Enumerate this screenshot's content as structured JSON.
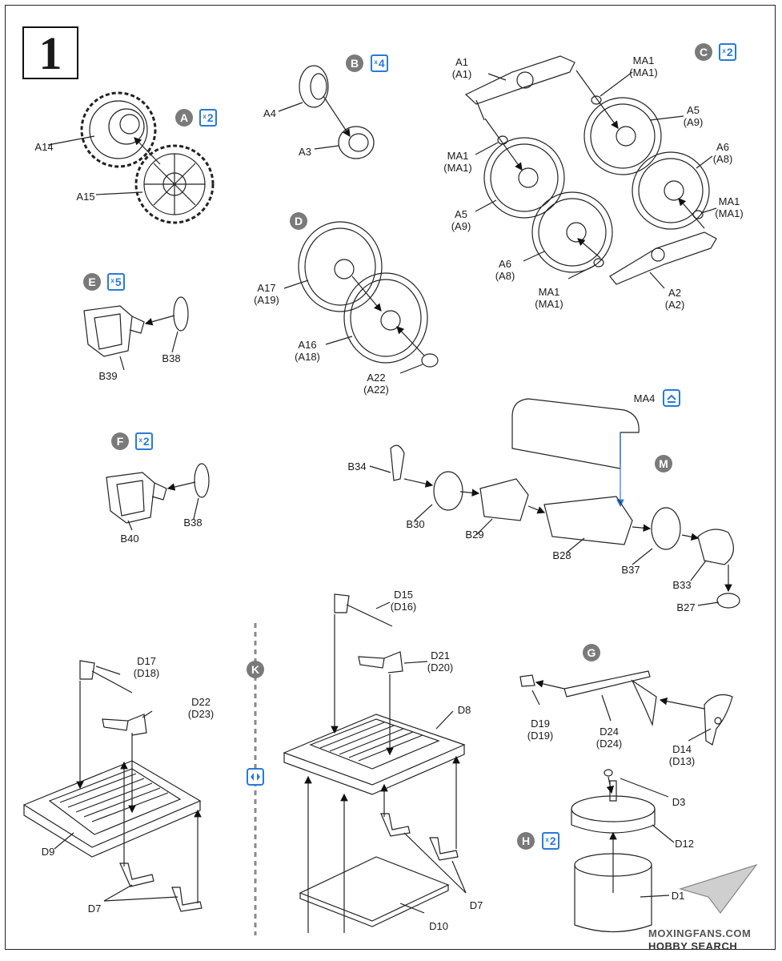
{
  "step_number": "1",
  "badges": {
    "A": {
      "letter": "A",
      "mult": "2"
    },
    "B": {
      "letter": "B",
      "mult": "4"
    },
    "C": {
      "letter": "C",
      "mult": "2"
    },
    "D": {
      "letter": "D"
    },
    "E": {
      "letter": "E",
      "mult": "5"
    },
    "F": {
      "letter": "F",
      "mult": "2"
    },
    "M": {
      "letter": "M"
    },
    "G": {
      "letter": "G"
    },
    "K": {
      "letter": "K"
    },
    "H": {
      "letter": "H",
      "mult": "2"
    }
  },
  "mult_prefix": "x",
  "labels": {
    "A14": "A14",
    "A15": "A15",
    "A4": "A4",
    "A3": "A3",
    "A1_a": "A1",
    "A1_b": "(A1)",
    "MA1_top_a": "MA1",
    "MA1_top_b": "(MA1)",
    "A5r_a": "A5",
    "A5r_b": "(A9)",
    "A6r_a": "A6",
    "A6r_b": "(A8)",
    "MA1_l_a": "MA1",
    "MA1_l_b": "(MA1)",
    "MA1_r_a": "MA1",
    "MA1_r_b": "(MA1)",
    "A5l_a": "A5",
    "A5l_b": "(A9)",
    "A6l_a": "A6",
    "A6l_b": "(A8)",
    "MA1_bot_a": "MA1",
    "MA1_bot_b": "(MA1)",
    "A2_a": "A2",
    "A2_b": "(A2)",
    "A17_a": "A17",
    "A17_b": "(A19)",
    "A16_a": "A16",
    "A16_b": "(A18)",
    "A22_a": "A22",
    "A22_b": "(A22)",
    "B39": "B39",
    "B38e": "B38",
    "B40": "B40",
    "B38f": "B38",
    "MA4": "MA4",
    "B34": "B34",
    "B30": "B30",
    "B29": "B29",
    "B28": "B28",
    "B37": "B37",
    "B33": "B33",
    "B27": "B27",
    "D17_a": "D17",
    "D17_b": "(D18)",
    "D22_a": "D22",
    "D22_b": "(D23)",
    "D9": "D9",
    "D7l": "D7",
    "D15_a": "D15",
    "D15_b": "(D16)",
    "D21_a": "D21",
    "D21_b": "(D20)",
    "D8": "D8",
    "D10": "D10",
    "D7r": "D7",
    "D19_a": "D19",
    "D19_b": "(D19)",
    "D24_a": "D24",
    "D24_b": "(D24)",
    "D14_a": "D14",
    "D14_b": "(D13)",
    "D3": "D3",
    "D12": "D12",
    "D1": "D1"
  },
  "watermark": {
    "line1": "MOXINGFANS.COM",
    "line2": "HOBBY SEARCH"
  },
  "colors": {
    "accent_blue": "#2a7ad6",
    "badge_grey": "#7a7a7a",
    "ink": "#1a1a1a"
  }
}
